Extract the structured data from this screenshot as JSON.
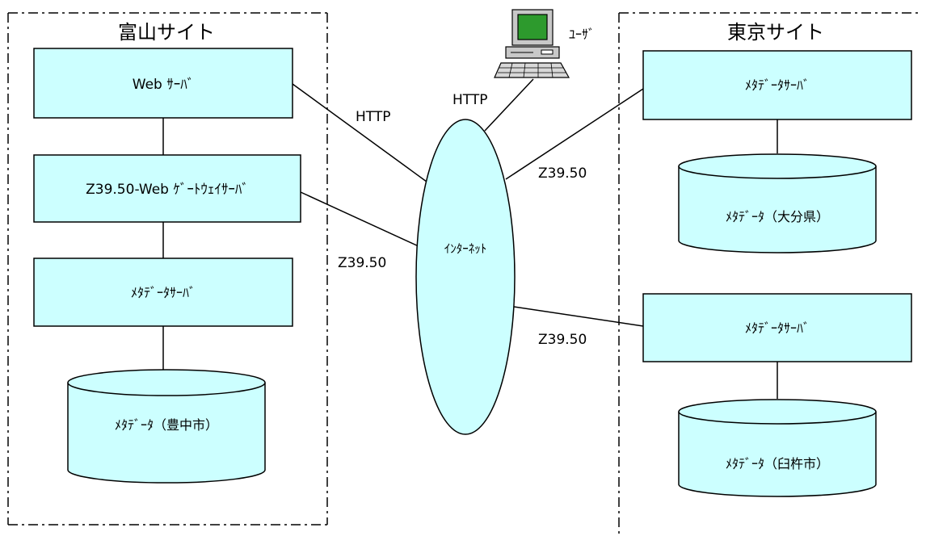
{
  "toyama_site": {
    "title": "富山サイト",
    "web_server": "Web ｻｰﾊﾞ",
    "gateway_server": "Z39.50-Web ｹﾞｰﾄｳｪｲｻｰﾊﾞ",
    "metadata_server": "ﾒﾀﾃﾞｰﾀｻｰﾊﾞ",
    "metadata_db": "ﾒﾀﾃﾞｰﾀ（豊中市）"
  },
  "tokyo_site": {
    "title": "東京サイト",
    "server_1": "ﾒﾀﾃﾞｰﾀｻｰﾊﾞ",
    "db_1": "ﾒﾀﾃﾞｰﾀ（大分県）",
    "server_2": "ﾒﾀﾃﾞｰﾀｻｰﾊﾞ",
    "db_2": "ﾒﾀﾃﾞｰﾀ（臼杵市）"
  },
  "internet": {
    "label": "ｲﾝﾀｰﾈｯﾄ"
  },
  "user": {
    "label": "ﾕｰｻﾞ"
  },
  "links": {
    "web_http": "HTTP",
    "user_http": "HTTP",
    "gateway_z3950": "Z39.50",
    "tokyo_1_z3950": "Z39.50",
    "tokyo_2_z3950": "Z39.50"
  },
  "colors": {
    "box_fill": "#ccffff",
    "stroke": "#000000",
    "monitor_screen": "#2d9a2d"
  }
}
